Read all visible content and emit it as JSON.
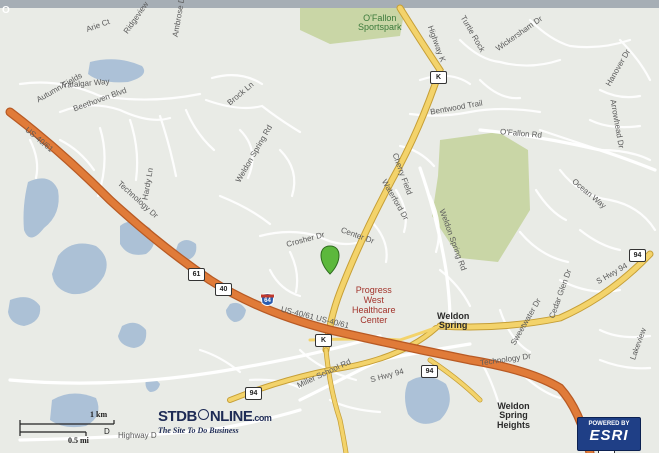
{
  "map": {
    "colors": {
      "background": "#e9ebe6",
      "water": "#a9bfd6",
      "park": "#c9d6a6",
      "highway": "#e07b39",
      "major_road": "#f3d36b",
      "minor_road": "#ffffff",
      "marker": "#5cb83c"
    },
    "marker_icon": "location-pin-icon",
    "places": {
      "sportspark": [
        "O'Fallon",
        "Sportspark"
      ],
      "hospital": [
        "Progress",
        "West",
        "Healthcare",
        "Center"
      ],
      "weldon_spring": [
        "Weldon",
        "Spring"
      ],
      "weldon_spring_heights": [
        "Weldon",
        "Spring",
        "Heights"
      ]
    },
    "roads": [
      "Arie Ct",
      "Ridgeview",
      "Ambrose Dr",
      "Highway K",
      "Turtle Rock",
      "Wickersham Dr",
      "Autumn Fields",
      "Trafalgar Way",
      "Beethoven Blvd",
      "Brock Ln",
      "Arrowhead Dr",
      "Hanover Dr",
      "Bentwood Trail",
      "O'Fallon Rd",
      "Waterford Dr",
      "Ocean Way",
      "Weldon Spring Rd",
      "Hardy Ln",
      "Technology Dr",
      "Crosher Dr",
      "Center Dr",
      "Cherry Field",
      "Weldon Spring Rd",
      "S Hwy 94",
      "Highway D",
      "Miller School Rd",
      "S Hwy 94",
      "Technology Dr",
      "Sweetwater Dr",
      "Cedar Glen Dr",
      "Lakeview",
      "US-40/61",
      "US-40/61 US-40/61"
    ],
    "shields": {
      "k_north": "K",
      "k_south": "K",
      "r61": "61",
      "r40": "40",
      "r94_south": "94",
      "r94_mid": "94",
      "r94_east": "94",
      "r64": "64",
      "i64": "64"
    },
    "scale": {
      "km_label": "1 km",
      "mi_label": "0.5 mi",
      "d_label": "D"
    },
    "branding": {
      "stdb_main": "STDB",
      "stdb_suffix": "NLINE",
      "stdb_com": ".com",
      "stdb_tagline": "The Site To Do Business",
      "esri_powered": "POWERED BY",
      "esri_name": "ESRI"
    },
    "corner_text": "O"
  }
}
